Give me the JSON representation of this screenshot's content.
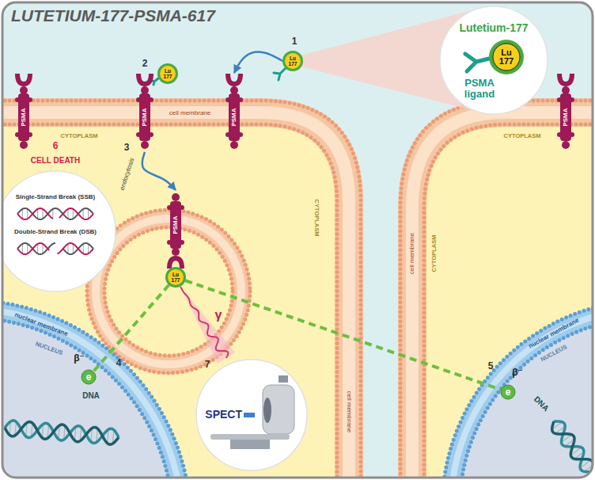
{
  "diagram": {
    "title": "LUTETIUM-177-PSMA-617",
    "nodes": [
      {
        "text": [
          "Lutetium-177",
          "PSMA ligand"
        ]
      },
      {
        "text": [
          "Lu 177"
        ]
      },
      {
        "text": [
          "PSMA"
        ]
      },
      {
        "text": [
          "PSMA"
        ]
      },
      {
        "text": [
          "Lu 177"
        ]
      },
      {
        "text": [
          "PSMA"
        ]
      },
      {
        "text": [
          "PSMA"
        ]
      },
      {
        "text": [
          "CELL DEATH",
          "Single-Strand Break (SSB)",
          "Double-Strand Break (DSB)"
        ]
      },
      {
        "text": [
          "PSMA"
        ]
      },
      {
        "text": [
          "Lu 177"
        ]
      },
      {
        "text": [
          "e"
        ]
      },
      {
        "text": [
          "SPECT"
        ]
      },
      {
        "text": [
          "e"
        ]
      }
    ],
    "edges": [
      {
        "from": 1,
        "to": 5,
        "arrow": "to"
      },
      {
        "from": 3,
        "to": 8,
        "arrow": "to",
        "label": "endocytosis"
      },
      {
        "from": 9,
        "to": 10,
        "arrow": "none"
      },
      {
        "from": 9,
        "to": 12,
        "arrow": "none"
      }
    ],
    "labels": [
      "1",
      "Lu 177",
      "2",
      "cell membrane",
      "CYTOPLASM",
      "CYTOPLASM",
      "3",
      "6",
      "CYTOPLASM",
      "cell membrane",
      "CYTOPLASM",
      "γ",
      "4",
      "β⁻",
      "nuclear membrane",
      "NUCLEUS",
      "DNA",
      "cell membrane",
      "7",
      "5",
      "β⁻",
      "nuclear membrane",
      "NUCLEUS",
      "DNA"
    ]
  }
}
